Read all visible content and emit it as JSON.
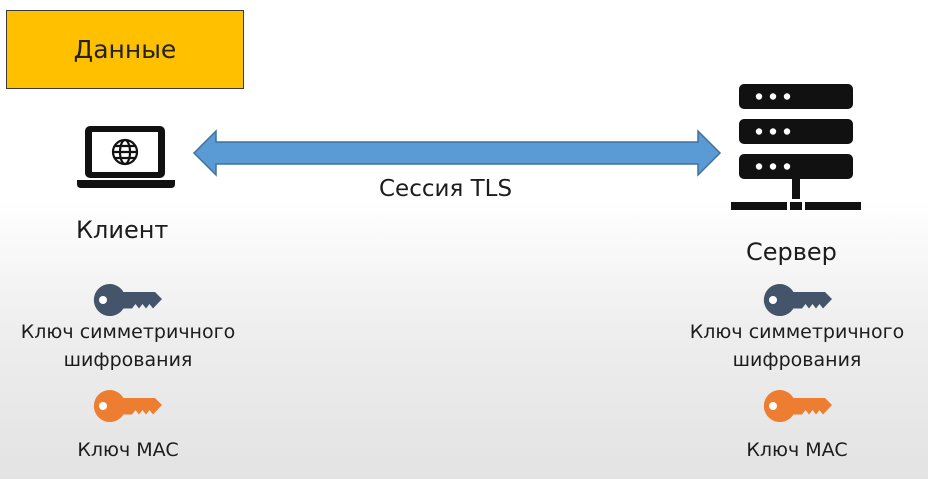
{
  "data_box": {
    "label": "Данные",
    "color": "#ffc000"
  },
  "arrow": {
    "color": "#5b9bd5",
    "label": "Сессия TLS"
  },
  "client": {
    "label": "Клиент",
    "icon": "laptop-globe-icon",
    "sym_key": {
      "line1": "Ключ симметричного",
      "line2": "шифрования",
      "color": "#44546a"
    },
    "mac_key": {
      "label": "Ключ MAC",
      "color": "#ed7d31"
    }
  },
  "server": {
    "label": "Сервер",
    "icon": "server-rack-icon",
    "sym_key": {
      "line1": "Ключ симметричного",
      "line2": "шифрования",
      "color": "#44546a"
    },
    "mac_key": {
      "label": "Ключ MAC",
      "color": "#ed7d31"
    }
  }
}
